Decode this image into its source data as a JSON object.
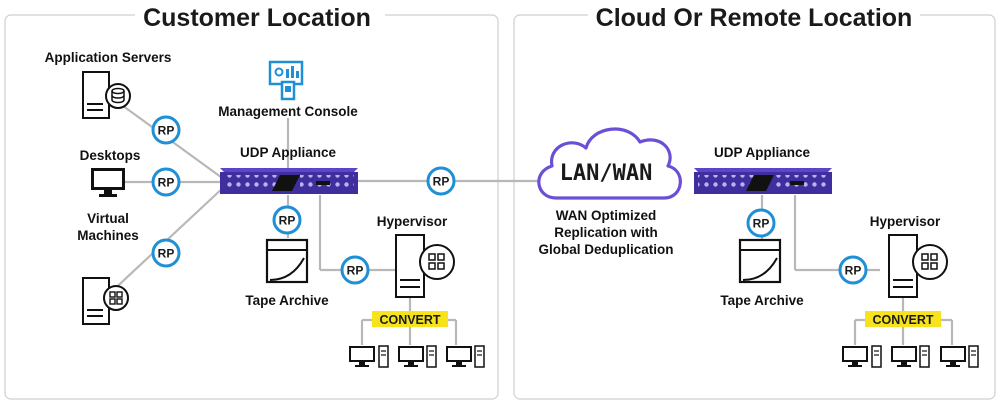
{
  "sections": {
    "customer_title": "Customer Location",
    "cloud_title": "Cloud Or Remote Location"
  },
  "labels": {
    "application_servers": "Application Servers",
    "management_console": "Management Console",
    "desktops": "Desktops",
    "virtual_machines_1": "Virtual",
    "virtual_machines_2": "Machines",
    "udp_left": "UDP Appliance",
    "udp_right": "UDP Appliance",
    "tape_left": "Tape Archive",
    "tape_right": "Tape Archive",
    "hypervisor_left": "Hypervisor",
    "hypervisor_right": "Hypervisor",
    "convert_left": "CONVERT",
    "convert_right": "CONVERT",
    "lanwan": "LAN/WAN",
    "wan_1": "WAN Optimized",
    "wan_2": "Replication with",
    "wan_3": "Global Deduplication"
  },
  "rp_label": "RP",
  "colors": {
    "accent_purple": "#6b4fd6",
    "appliance_purple": "#3f2f9e",
    "rp_circle": "#1f8fd6",
    "convert_yellow": "#f6e31d",
    "line_gray": "#b8b8b8",
    "panel_border": "#cfcfcf"
  }
}
